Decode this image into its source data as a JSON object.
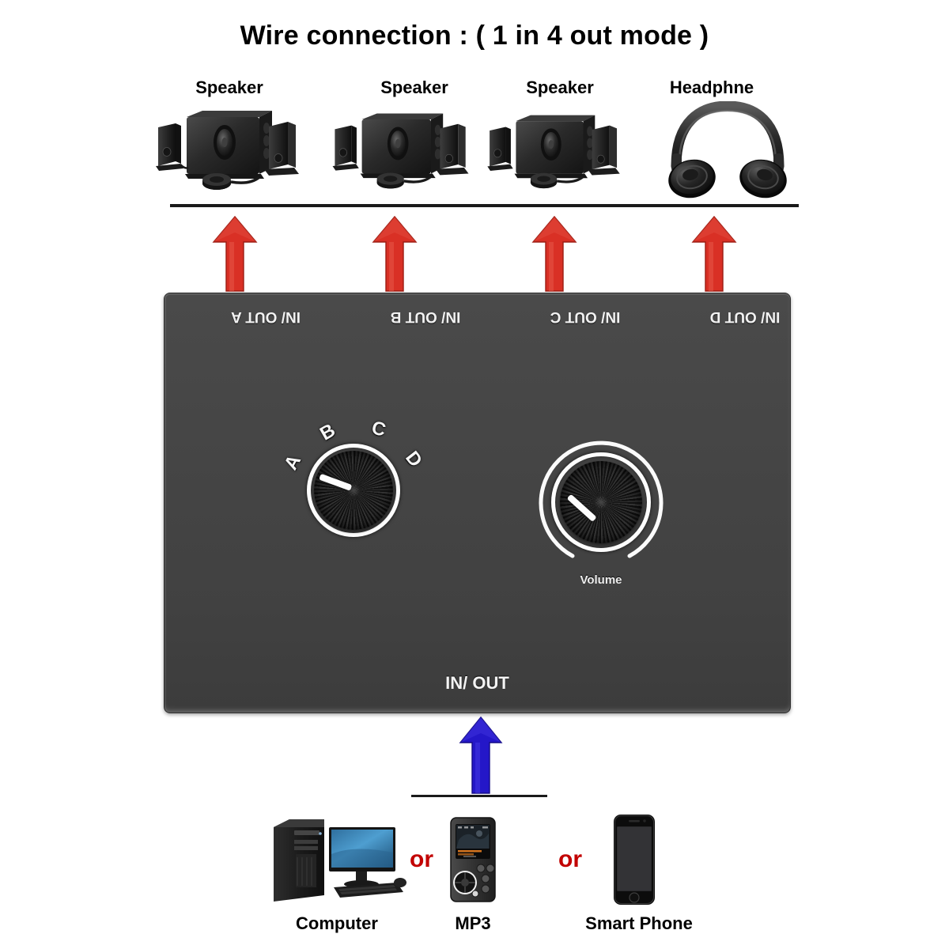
{
  "title": "Wire connection : ( 1 in 4 out mode )",
  "outputs": [
    {
      "device_label": "Speaker",
      "port_label": "IN/ OUT A",
      "arrow_color": "#d93025"
    },
    {
      "device_label": "Speaker",
      "port_label": "IN/ OUT B",
      "arrow_color": "#d93025"
    },
    {
      "device_label": "Speaker",
      "port_label": "IN/ OUT C",
      "arrow_color": "#d93025"
    },
    {
      "device_label": "Headphne",
      "port_label": "IN/ OUT D",
      "arrow_color": "#d93025"
    }
  ],
  "switch_box": {
    "input_port_label": "IN/ OUT",
    "body_color": "#434343",
    "selector": {
      "name": "source-selector-knob",
      "positions": [
        "A",
        "B",
        "C",
        "D"
      ],
      "selected": "A"
    },
    "volume": {
      "name": "volume-knob",
      "caption": "Volume"
    }
  },
  "input_arrow": {
    "color": "#2417c8"
  },
  "sources": [
    {
      "label": "Computer"
    },
    {
      "label": "MP3"
    },
    {
      "label": "Smart Phone"
    }
  ],
  "or_separators": [
    "or",
    "or"
  ]
}
